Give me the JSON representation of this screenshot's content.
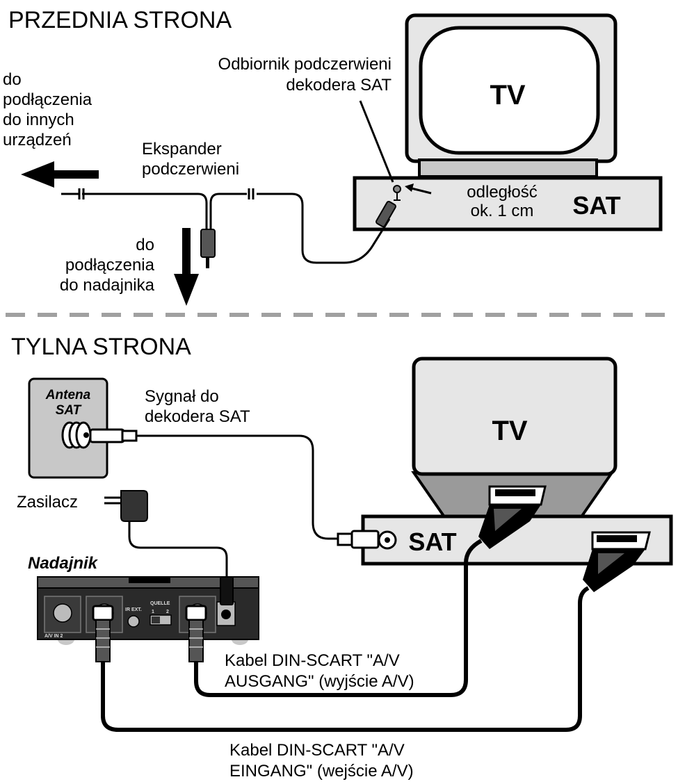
{
  "front": {
    "heading": "PRZEDNIA STRONA",
    "label_other_devices": [
      "do",
      "podłączenia",
      "do innych",
      "urządzeń"
    ],
    "label_ir_receiver": [
      "Odbiornik podczerwieni",
      "dekodera SAT"
    ],
    "label_expander": [
      "Ekspander",
      "podczerwieni"
    ],
    "label_distance": [
      "odległość",
      "ok. 1 cm"
    ],
    "label_transmitter": [
      "do",
      "podłączenia",
      "do nadajnika"
    ],
    "tv_label": "TV",
    "sat_label": "SAT"
  },
  "back": {
    "heading": "TYLNA STRONA",
    "antenna_label": [
      "Antena",
      "SAT"
    ],
    "signal_label": [
      "Sygnał do",
      "dekodera SAT"
    ],
    "power_label": "Zasilacz",
    "transmitter_label": "Nadajnik",
    "tv_label": "TV",
    "sat_label": "SAT",
    "cable_out_label": [
      "Kabel DIN-SCART \"A/V",
      "AUSGANG\" (wyjście A/V)"
    ],
    "cable_in_label": [
      "Kabel DIN-SCART \"A/V",
      "EINGANG\" (wejście A/V)"
    ],
    "panel": {
      "av_in_2": "A/V IN 2",
      "ir_ext": "IR EXT.",
      "quelle": "QUELLE",
      "switch_1": "1",
      "switch_2": "2"
    }
  },
  "colors": {
    "line": "#000000",
    "light_gray": "#e6e6e6",
    "mid_gray": "#c8c8c8",
    "dark_gray": "#9a9a9a",
    "divider": "#a0a0a0"
  }
}
